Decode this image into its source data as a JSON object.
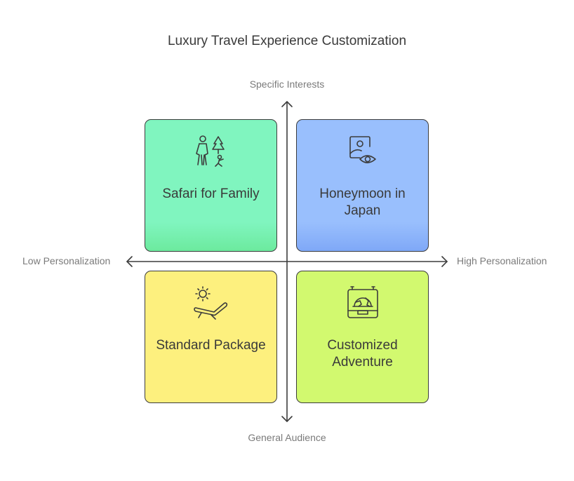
{
  "title": "Luxury Travel Experience Customization",
  "axes": {
    "top": "Specific Interests",
    "bottom": "General Audience",
    "left": "Low Personalization",
    "right": "High Personalization"
  },
  "quadrants": {
    "top_left": {
      "label": "Safari for Family",
      "icon": "family-hiking-icon",
      "color": "#80f5bf"
    },
    "top_right": {
      "label": "Honeymoon in Japan",
      "icon": "photo-view-icon",
      "color": "#99bffd"
    },
    "bottom_left": {
      "label": "Standard Package",
      "icon": "sun-lounger-icon",
      "color": "#fdf07e"
    },
    "bottom_right": {
      "label": "Customized Adventure",
      "icon": "globe-suitcase-icon",
      "color": "#d2f96f"
    }
  }
}
